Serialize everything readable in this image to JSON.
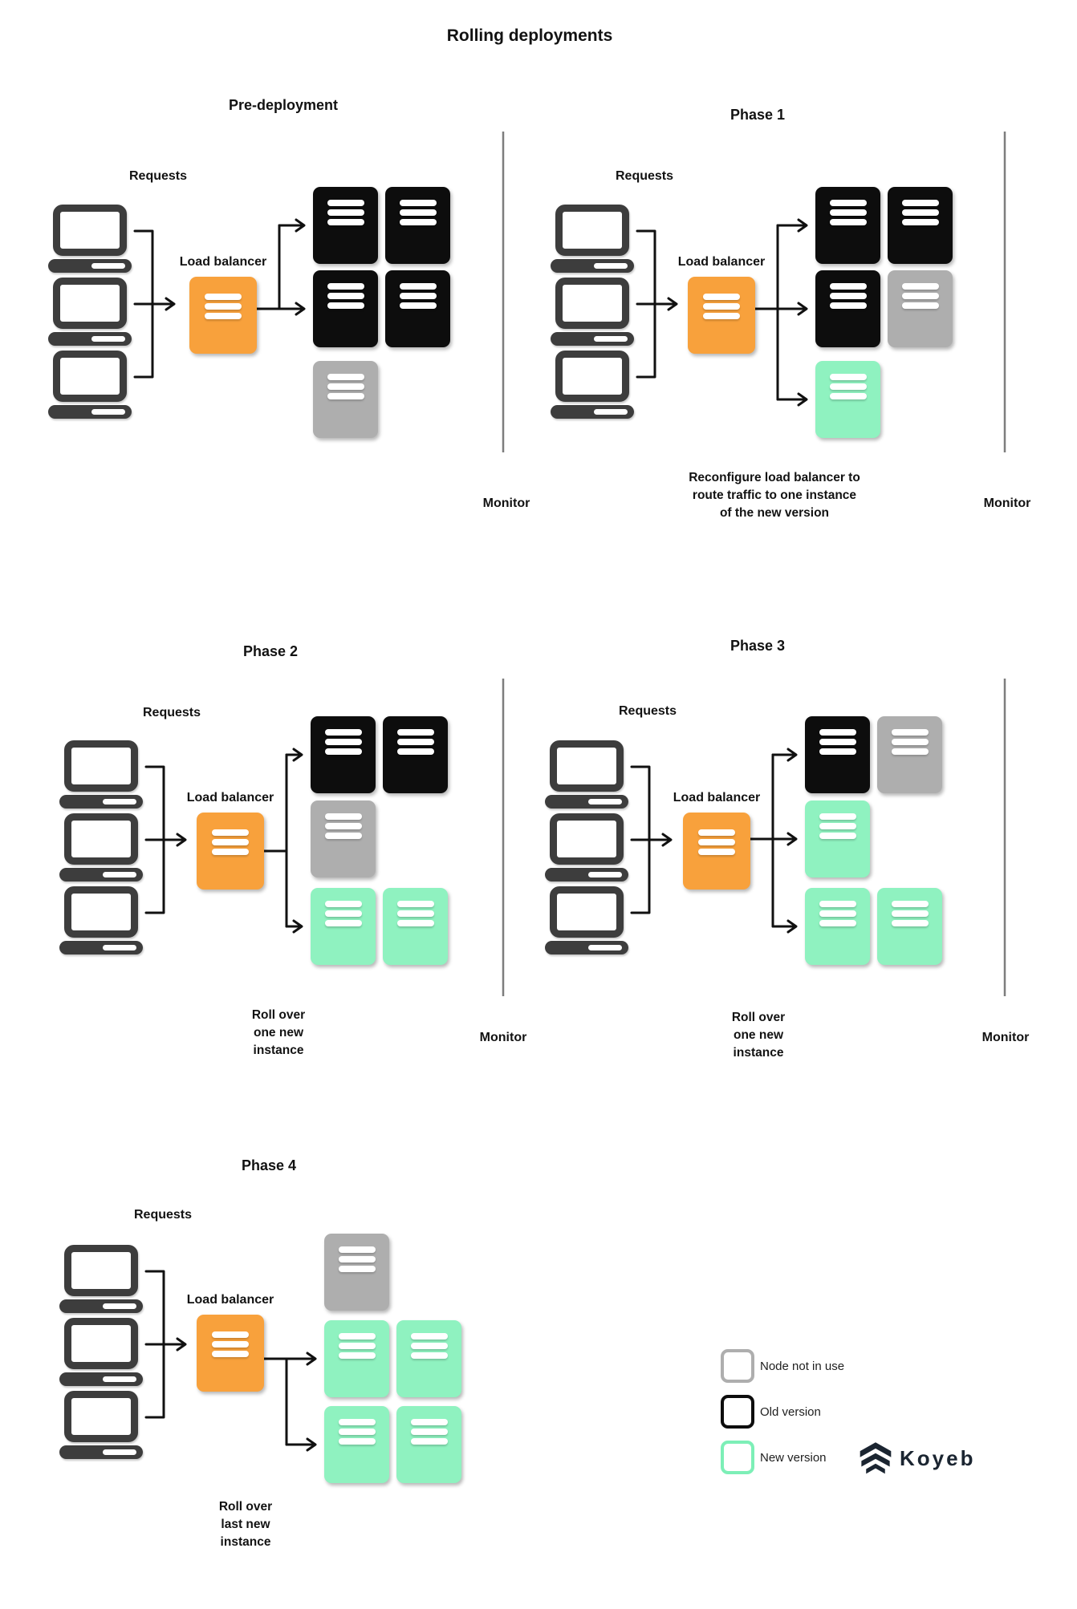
{
  "title": "Rolling deployments",
  "colors": {
    "old": "#0d0d0d",
    "unused": "#aeaeae",
    "new": "#8ff2c0",
    "legend_new": "#7defb7",
    "load_balancer": "#f8a13c",
    "laptop": "#3d3d3d"
  },
  "panels": [
    {
      "id": "pre-deployment",
      "title": "Pre-deployment",
      "requests_label": "Requests",
      "load_balancer_label": "Load balancer",
      "monitor_label": "Monitor",
      "caption_lines": [],
      "nodes": [
        {
          "row": 0,
          "col": 0,
          "state": "old"
        },
        {
          "row": 0,
          "col": 1,
          "state": "old"
        },
        {
          "row": 1,
          "col": 0,
          "state": "old"
        },
        {
          "row": 1,
          "col": 1,
          "state": "old"
        },
        {
          "row": 2,
          "col": 0,
          "state": "unused"
        }
      ],
      "arrow_rows": [
        0,
        1
      ]
    },
    {
      "id": "phase-1",
      "title": "Phase 1",
      "requests_label": "Requests",
      "load_balancer_label": "Load balancer",
      "monitor_label": "Monitor",
      "caption_lines": [
        "Reconfigure load balancer to",
        "route traffic to one instance",
        "of the new version"
      ],
      "nodes": [
        {
          "row": 0,
          "col": 0,
          "state": "old"
        },
        {
          "row": 0,
          "col": 1,
          "state": "old"
        },
        {
          "row": 1,
          "col": 0,
          "state": "old"
        },
        {
          "row": 1,
          "col": 1,
          "state": "unused"
        },
        {
          "row": 2,
          "col": 0,
          "state": "new"
        }
      ],
      "arrow_rows": [
        0,
        1,
        2
      ]
    },
    {
      "id": "phase-2",
      "title": "Phase 2",
      "requests_label": "Requests",
      "load_balancer_label": "Load balancer",
      "monitor_label": "Monitor",
      "caption_lines": [
        "Roll over",
        "one new",
        "instance"
      ],
      "nodes": [
        {
          "row": 0,
          "col": 0,
          "state": "old"
        },
        {
          "row": 0,
          "col": 1,
          "state": "old"
        },
        {
          "row": 1,
          "col": 0,
          "state": "unused"
        },
        {
          "row": 2,
          "col": 0,
          "state": "new"
        },
        {
          "row": 2,
          "col": 1,
          "state": "new"
        }
      ],
      "arrow_rows": [
        0,
        2
      ]
    },
    {
      "id": "phase-3",
      "title": "Phase 3",
      "requests_label": "Requests",
      "load_balancer_label": "Load balancer",
      "monitor_label": "Monitor",
      "caption_lines": [
        "Roll over",
        "one new",
        "instance"
      ],
      "nodes": [
        {
          "row": 0,
          "col": 0,
          "state": "old"
        },
        {
          "row": 0,
          "col": 1,
          "state": "unused"
        },
        {
          "row": 1,
          "col": 0,
          "state": "new"
        },
        {
          "row": 2,
          "col": 0,
          "state": "new"
        },
        {
          "row": 2,
          "col": 1,
          "state": "new"
        }
      ],
      "arrow_rows": [
        0,
        1,
        2
      ]
    },
    {
      "id": "phase-4",
      "title": "Phase 4",
      "requests_label": "Requests",
      "load_balancer_label": "Load balancer",
      "monitor_label": null,
      "caption_lines": [
        "Roll over",
        "last new",
        "instance"
      ],
      "nodes": [
        {
          "row": 0,
          "col": 0,
          "state": "unused"
        },
        {
          "row": 1,
          "col": 0,
          "state": "new"
        },
        {
          "row": 1,
          "col": 1,
          "state": "new"
        },
        {
          "row": 2,
          "col": 0,
          "state": "new"
        },
        {
          "row": 2,
          "col": 1,
          "state": "new"
        }
      ],
      "arrow_rows": [
        1,
        2
      ]
    }
  ],
  "legend": {
    "items": [
      {
        "label": "Node not in use",
        "state": "unused"
      },
      {
        "label": "Old version",
        "state": "old"
      },
      {
        "label": "New version",
        "state": "new"
      }
    ],
    "brand": "Koyeb"
  }
}
